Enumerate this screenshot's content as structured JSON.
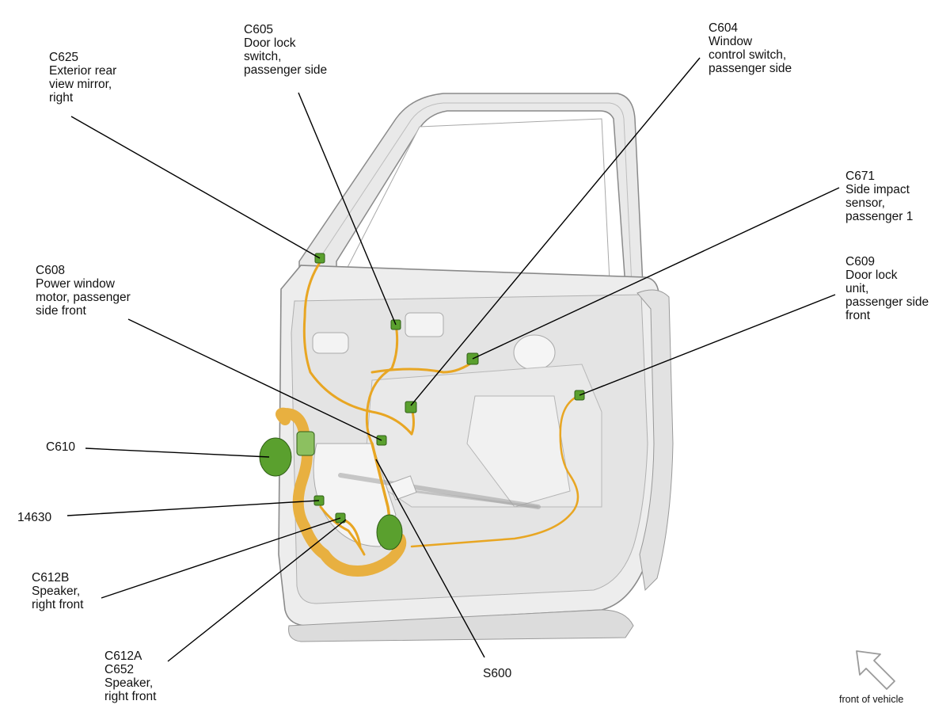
{
  "labels": {
    "c625": [
      "C625",
      "Exterior rear",
      "view mirror,",
      "right"
    ],
    "c605": [
      "C605",
      "Door lock",
      "switch,",
      "passenger side"
    ],
    "c604": [
      "C604",
      "Window",
      "control switch,",
      "passenger side"
    ],
    "c671": [
      "C671",
      "Side impact",
      "sensor,",
      "passenger 1"
    ],
    "c608": [
      "C608",
      "Power window",
      "motor, passenger",
      "side front"
    ],
    "c609": [
      "C609",
      "Door lock",
      "unit,",
      "passenger side",
      "front"
    ],
    "c610": [
      "C610"
    ],
    "p14630": [
      "14630"
    ],
    "c612b": [
      "C612B",
      "Speaker,",
      "right front"
    ],
    "c612a": [
      "C612A",
      "C652",
      "Speaker,",
      "right front"
    ],
    "s600": [
      "S600"
    ]
  },
  "orientation": {
    "caption": "front of vehicle",
    "arrow_icon": "arrow-up-left-icon"
  },
  "colors": {
    "door_fill": "#ececec",
    "door_outline": "#8a8a8a",
    "harness": "#e8a623",
    "connector": "#5aa02e",
    "leader": "#000000"
  }
}
